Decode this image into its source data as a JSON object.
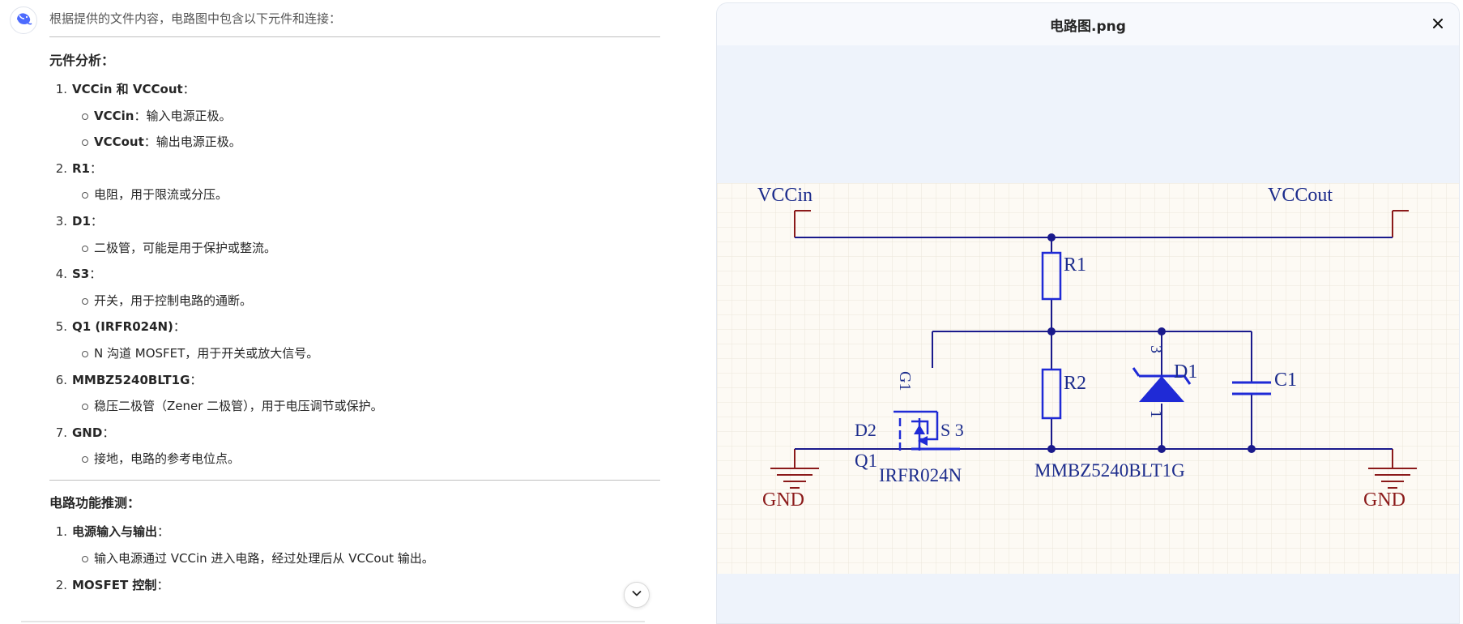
{
  "answer": {
    "intro": "根据提供的文件内容，电路图中包含以下元件和连接：",
    "section1": {
      "title": "元件分析：",
      "items": [
        {
          "num": "1.",
          "head": "VCCin 和 VCCout",
          "colon": "：",
          "subs": [
            {
              "bold": "VCCin",
              "text": "：输入电源正极。"
            },
            {
              "bold": "VCCout",
              "text": "：输出电源正极。"
            }
          ]
        },
        {
          "num": "2.",
          "head": "R1",
          "colon": "：",
          "subs": [
            {
              "bold": "",
              "text": "电阻，用于限流或分压。"
            }
          ]
        },
        {
          "num": "3.",
          "head": "D1",
          "colon": "：",
          "subs": [
            {
              "bold": "",
              "text": "二极管，可能是用于保护或整流。"
            }
          ]
        },
        {
          "num": "4.",
          "head": "S3",
          "colon": "：",
          "subs": [
            {
              "bold": "",
              "text": "开关，用于控制电路的通断。"
            }
          ]
        },
        {
          "num": "5.",
          "head": "Q1 (IRFR024N)",
          "colon": "：",
          "subs": [
            {
              "bold": "",
              "text": "N 沟道 MOSFET，用于开关或放大信号。"
            }
          ]
        },
        {
          "num": "6.",
          "head": "MMBZ5240BLT1G",
          "colon": "：",
          "subs": [
            {
              "bold": "",
              "text": "稳压二极管（Zener 二极管），用于电压调节或保护。"
            }
          ]
        },
        {
          "num": "7.",
          "head": "GND",
          "colon": "：",
          "subs": [
            {
              "bold": "",
              "text": "接地，电路的参考电位点。"
            }
          ]
        }
      ]
    },
    "section2": {
      "title": "电路功能推测：",
      "items": [
        {
          "num": "1.",
          "head": "电源输入与输出",
          "colon": "：",
          "subs": [
            {
              "bold": "",
              "text": "输入电源通过 VCCin 进入电路，经过处理后从 VCCout 输出。"
            }
          ]
        },
        {
          "num": "2.",
          "head": "MOSFET 控制",
          "colon": "：",
          "subs": []
        }
      ]
    }
  },
  "preview": {
    "title": "电路图.png",
    "close_label": "×"
  },
  "circuit": {
    "labels": {
      "vccin": "VCCin",
      "vccout": "VCCout",
      "r1": "R1",
      "r2": "R2",
      "d1": "D1",
      "c1": "C1",
      "q1": "Q1",
      "q1_part": "IRFR024N",
      "zener_part": "MMBZ5240BLT1G",
      "gnd_left": "GND",
      "gnd_right": "GND",
      "pin_g": "G1",
      "pin_d": "D2",
      "pin_s": "S 3",
      "pin_3": "3",
      "pin_1": "1"
    },
    "colors": {
      "wire": "#1a1a8c",
      "component": "#1f2ad6",
      "power": "#8b1a1a",
      "label": "#1c2c8c",
      "grid": "#e9e4d8",
      "paper": "#fdfaf4"
    }
  },
  "icons": {
    "avatar": "deepseek-whale-icon",
    "scroll": "chevron-down-icon",
    "close": "close-icon"
  }
}
